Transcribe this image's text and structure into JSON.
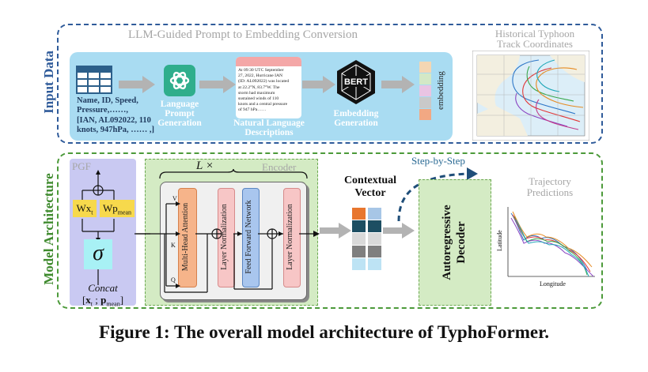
{
  "input_data": {
    "section_label": "Input Data",
    "title": "LLM-Guided Prompt to Embedding Conversion",
    "fields_text_line1": "Name, ID, Speed,",
    "fields_text_line2": "Pressure,……,",
    "values_text_line1": "[IAN, AL092022, 110",
    "values_text_line2": "knots, 947hPa, …… ,]",
    "lpg_label_line1": "Language",
    "lpg_label_line2": "Prompt",
    "lpg_label_line3": "Generation",
    "description_lines": [
      "At 09:30 UTC September",
      "27, 2022, Hurricane IAN",
      "(ID: AL092022) was located",
      "at 22.2°N, 83.7°W. The",
      "storm had maximum",
      "sustained winds of 110",
      "knots and a central pressure",
      "of 947 hPa……"
    ],
    "nld_label_line1": "Natural Language",
    "nld_label_line2": "Descriptions",
    "bert_text": "BERT",
    "emb_gen_label_line1": "Embedding",
    "emb_gen_label_line2": "Generation",
    "embedding_label": "embedding",
    "embedding_colors": [
      "#f4d6b3",
      "#d3e8c6",
      "#e9c4e3",
      "#c9c9c9",
      "#f2a883"
    ],
    "htc_title_line1": "Historical Typhoon",
    "htc_title_line2": "Track Coordinates"
  },
  "model_architecture": {
    "section_label": "Model Architecture",
    "pgf_label": "PGF",
    "wx_label": "Wx",
    "wx_sub": "t",
    "wp_label": "Wp",
    "wp_sub": "mean",
    "sigma": "σ",
    "concat_label": "Concat",
    "concat_formula_x": "x",
    "concat_formula_x_sub": "t",
    "concat_formula_sep": " ; ",
    "concat_formula_p": "p",
    "concat_formula_p_sub": "mean",
    "encoder_label": "Encoder",
    "l_times": "L ×",
    "v_label": "V",
    "k_label": "K",
    "q_label": "Q",
    "mha_label": "Multi-Head Attention",
    "ln1_label": "Layer Normalization",
    "ffn_label": "Feed Forward Network",
    "ln2_label": "Layer Normalization",
    "context_label_line1": "Contextual",
    "context_label_line2": "Vector",
    "context_colors_left": [
      "#e8762e",
      "#1d4e62",
      "#d9d9d9",
      "#7f7f7f",
      "#bde3f4"
    ],
    "context_colors_right": [
      "#a7c6e6",
      "#1d4e62",
      "#d9d9d9",
      "#7f7f7f",
      "#bde3f4"
    ],
    "step_label": "Step-by-Step",
    "decoder_line1": "Autoregressive",
    "decoder_line2": "Decoder",
    "traj_title_line1": "Trajectory",
    "traj_title_line2": "Predictions",
    "latitude_label": "Latitude",
    "longitude_label": "Longitude"
  },
  "caption": "Figure 1: The overall model architecture of TyphoFormer."
}
